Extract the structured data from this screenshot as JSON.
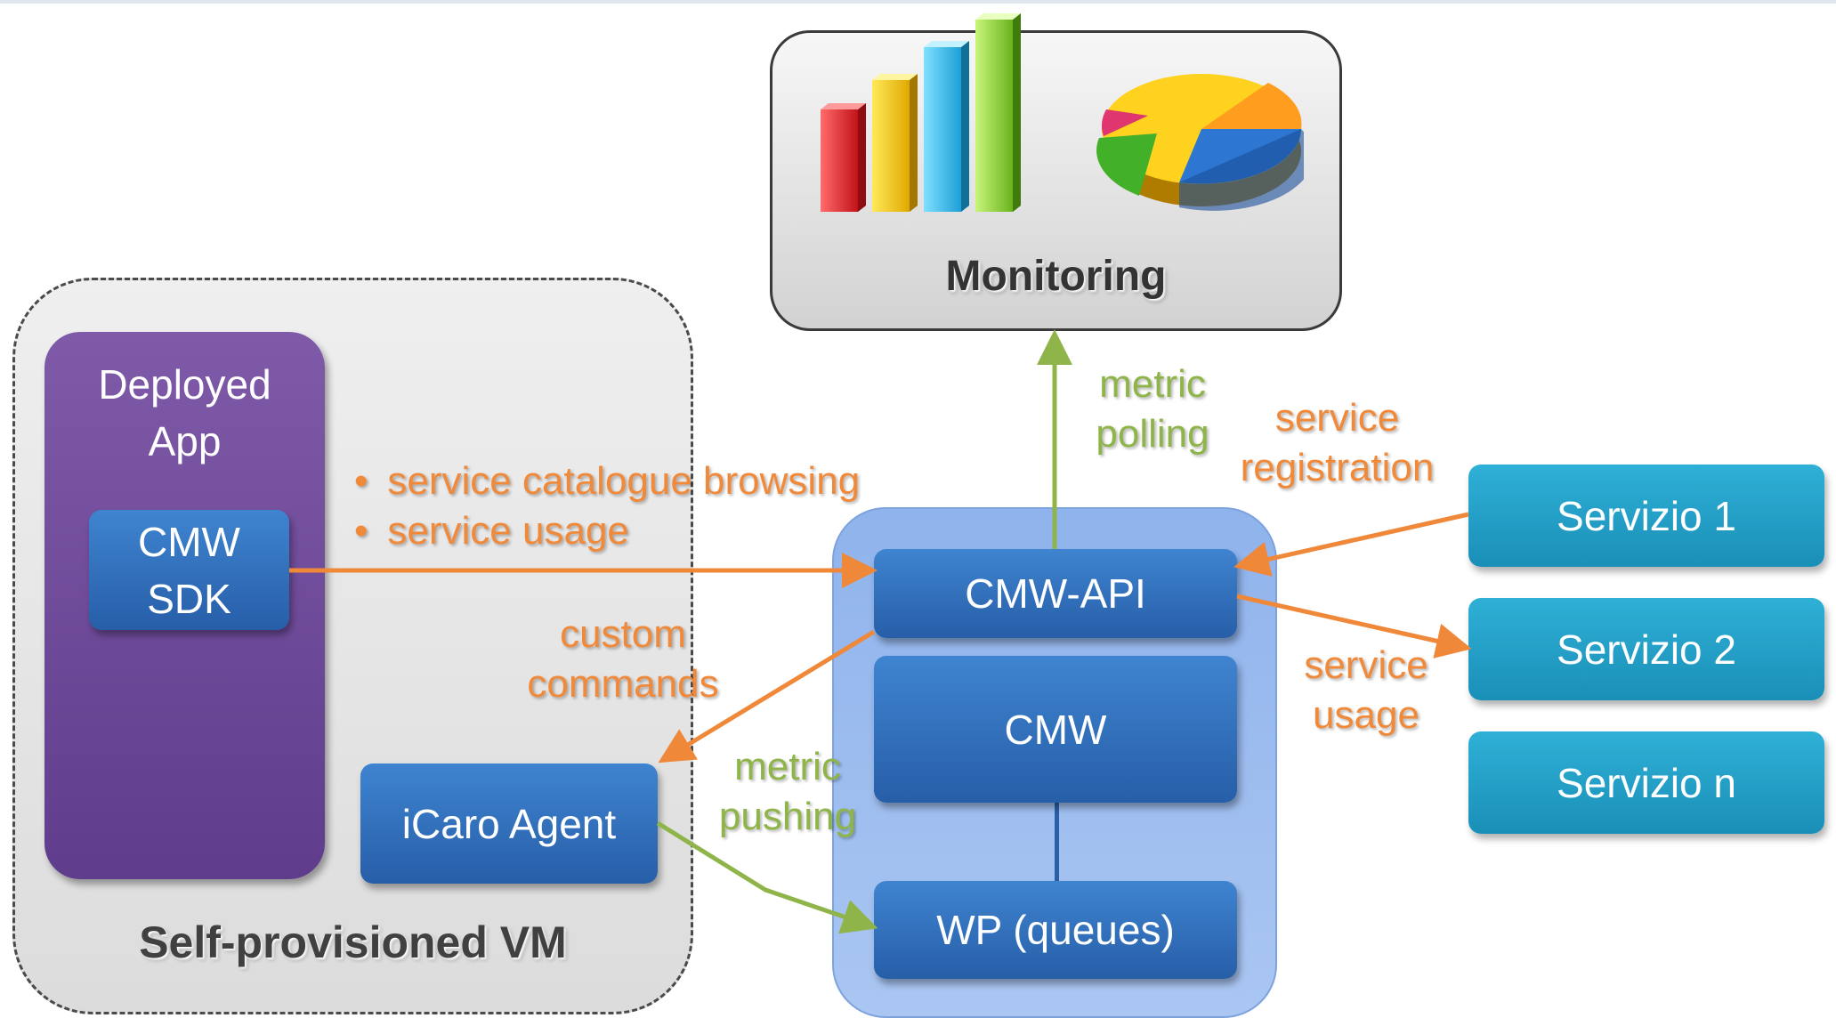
{
  "monitoring": {
    "label": "Monitoring"
  },
  "vm": {
    "label": "Self-provisioned VM"
  },
  "app": {
    "label_line1": "Deployed",
    "label_line2": "App"
  },
  "sdk": {
    "line1": "CMW",
    "line2": "SDK"
  },
  "agent": {
    "label": "iCaro Agent"
  },
  "cmw_api": {
    "label": "CMW-API"
  },
  "cmw": {
    "label": "CMW"
  },
  "wp": {
    "label": "WP (queues)"
  },
  "services": [
    {
      "label": "Servizio 1"
    },
    {
      "label": "Servizio 2"
    },
    {
      "label": "Servizio n"
    }
  ],
  "annotations": {
    "bullets": [
      "service catalogue browsing",
      "service usage"
    ],
    "custom_line1": "custom",
    "custom_line2": "commands",
    "metric_pushing_line1": "metric",
    "metric_pushing_line2": "pushing",
    "metric_polling_line1": "metric",
    "metric_polling_line2": "polling",
    "registration_line1": "service",
    "registration_line2": "registration",
    "usage_line1": "service",
    "usage_line2": "usage"
  },
  "colors": {
    "orange_arrow": "#f0883a",
    "green_arrow": "#8fb54a",
    "purple": "#6b4795",
    "blue": "#2e6cbf",
    "teal": "#23a2c8"
  }
}
